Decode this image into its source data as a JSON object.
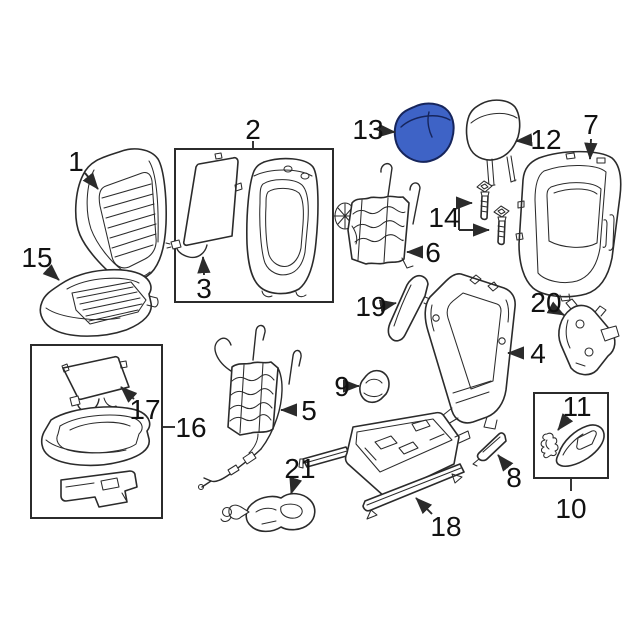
{
  "diagram": {
    "type": "exploded-parts-diagram",
    "subject": "vehicle front seat components",
    "colors": {
      "background": "#ffffff",
      "line": "#2b2b2b",
      "callout_text": "#111111",
      "highlight_fill": "#3e63c6",
      "highlight_stroke": "#16255c"
    },
    "highlighted_callout": "13",
    "callouts": [
      {
        "num": "1"
      },
      {
        "num": "2"
      },
      {
        "num": "3"
      },
      {
        "num": "4"
      },
      {
        "num": "5"
      },
      {
        "num": "6"
      },
      {
        "num": "7"
      },
      {
        "num": "8"
      },
      {
        "num": "9"
      },
      {
        "num": "10"
      },
      {
        "num": "11"
      },
      {
        "num": "12"
      },
      {
        "num": "13"
      },
      {
        "num": "14"
      },
      {
        "num": "15"
      },
      {
        "num": "16"
      },
      {
        "num": "17"
      },
      {
        "num": "18"
      },
      {
        "num": "19"
      },
      {
        "num": "20"
      },
      {
        "num": "21"
      }
    ]
  }
}
